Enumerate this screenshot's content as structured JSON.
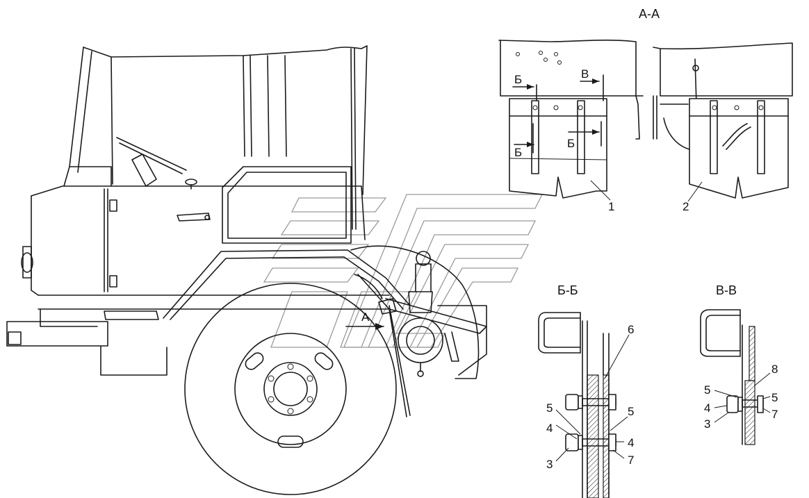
{
  "section_titles": {
    "aa": "А-А",
    "bb": "Б-Б",
    "vv": "В-В"
  },
  "view_markers": {
    "a": "А",
    "b_top": "Б",
    "v_top": "В",
    "b_left": "Б",
    "b_right": "Б"
  },
  "callouts": {
    "aa_1": "1",
    "aa_2": "2",
    "bb_6": "6",
    "bb_5_left": "5",
    "bb_4_left": "4",
    "bb_3_left": "3",
    "bb_5_right": "5",
    "bb_4_right": "4",
    "bb_7_right": "7",
    "vv_8": "8",
    "vv_5_left": "5",
    "vv_4_left": "4",
    "vv_3_left": "3",
    "vv_5_right": "5",
    "vv_7_right": "7"
  }
}
